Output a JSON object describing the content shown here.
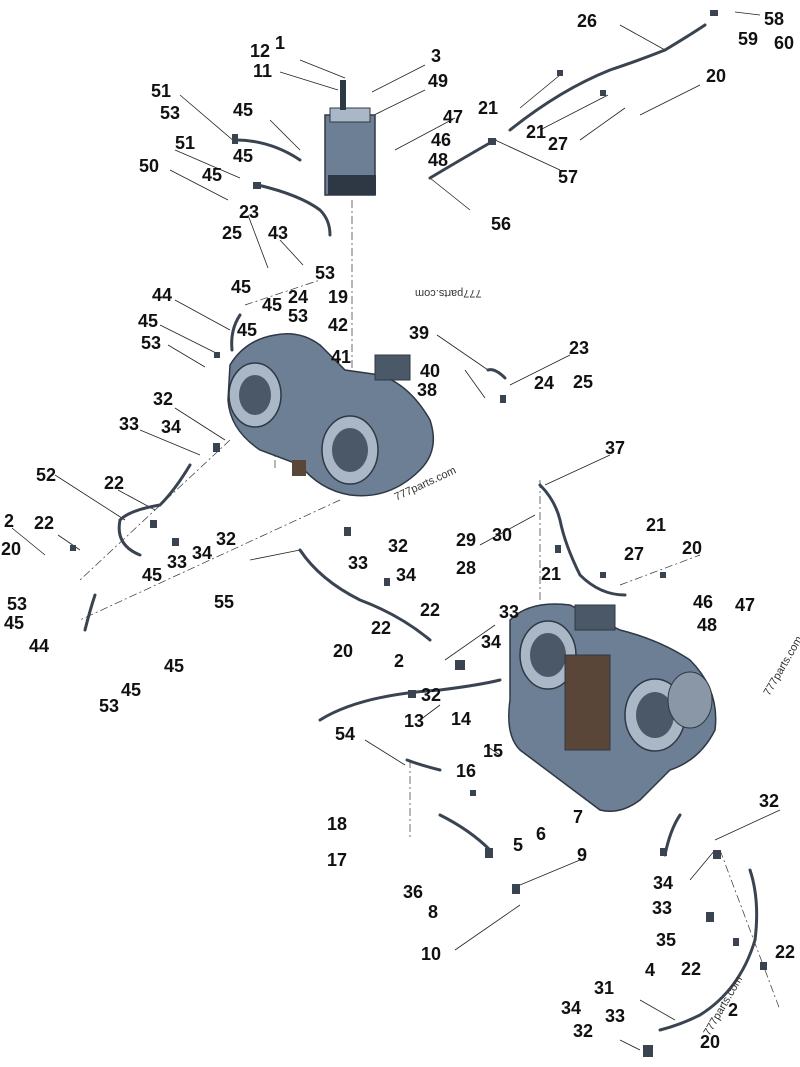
{
  "watermark": "777parts.com",
  "colors": {
    "part_body": "#6d7f94",
    "part_dark": "#2e3845",
    "part_light": "#a9b7c6",
    "brown": "#5a4638",
    "line": "#222222"
  },
  "callouts": [
    {
      "id": "c1",
      "text": "1"
    },
    {
      "id": "c12",
      "text": "12"
    },
    {
      "id": "c11",
      "text": "11"
    },
    {
      "id": "c3",
      "text": "3"
    },
    {
      "id": "c49",
      "text": "49"
    },
    {
      "id": "c26",
      "text": "26"
    },
    {
      "id": "c58",
      "text": "58"
    },
    {
      "id": "c59",
      "text": "59"
    },
    {
      "id": "c60",
      "text": "60"
    },
    {
      "id": "c20a",
      "text": "20"
    },
    {
      "id": "c21a",
      "text": "21"
    },
    {
      "id": "c21b",
      "text": "21"
    },
    {
      "id": "c27a",
      "text": "27"
    },
    {
      "id": "c57",
      "text": "57"
    },
    {
      "id": "c47a",
      "text": "47"
    },
    {
      "id": "c46a",
      "text": "46"
    },
    {
      "id": "c48a",
      "text": "48"
    },
    {
      "id": "c56",
      "text": "56"
    },
    {
      "id": "c51a",
      "text": "51"
    },
    {
      "id": "c53a",
      "text": "53"
    },
    {
      "id": "c45a",
      "text": "45"
    },
    {
      "id": "c51b",
      "text": "51"
    },
    {
      "id": "c45b",
      "text": "45"
    },
    {
      "id": "c50",
      "text": "50"
    },
    {
      "id": "c45c",
      "text": "45"
    },
    {
      "id": "c23a",
      "text": "23"
    },
    {
      "id": "c25a",
      "text": "25"
    },
    {
      "id": "c43",
      "text": "43"
    },
    {
      "id": "c53b",
      "text": "53"
    },
    {
      "id": "c45d",
      "text": "45"
    },
    {
      "id": "c24a",
      "text": "24"
    },
    {
      "id": "c19",
      "text": "19"
    },
    {
      "id": "c44a",
      "text": "44"
    },
    {
      "id": "c45e",
      "text": "45"
    },
    {
      "id": "c53c",
      "text": "53"
    },
    {
      "id": "c42",
      "text": "42"
    },
    {
      "id": "c45f",
      "text": "45"
    },
    {
      "id": "c45g",
      "text": "45"
    },
    {
      "id": "c53d",
      "text": "53"
    },
    {
      "id": "c41",
      "text": "41"
    },
    {
      "id": "c39",
      "text": "39"
    },
    {
      "id": "c23b",
      "text": "23"
    },
    {
      "id": "c40",
      "text": "40"
    },
    {
      "id": "c24b",
      "text": "24"
    },
    {
      "id": "c25b",
      "text": "25"
    },
    {
      "id": "c38",
      "text": "38"
    },
    {
      "id": "c32a",
      "text": "32"
    },
    {
      "id": "c33a",
      "text": "33"
    },
    {
      "id": "c34a",
      "text": "34"
    },
    {
      "id": "c52",
      "text": "52"
    },
    {
      "id": "c22a",
      "text": "22"
    },
    {
      "id": "c2a",
      "text": "2"
    },
    {
      "id": "c22b",
      "text": "22"
    },
    {
      "id": "c20b",
      "text": "20"
    },
    {
      "id": "c32b",
      "text": "32"
    },
    {
      "id": "c34b",
      "text": "34"
    },
    {
      "id": "c33b",
      "text": "33"
    },
    {
      "id": "c45h",
      "text": "45"
    },
    {
      "id": "c53e",
      "text": "53"
    },
    {
      "id": "c45i",
      "text": "45"
    },
    {
      "id": "c44b",
      "text": "44"
    },
    {
      "id": "c45j",
      "text": "45"
    },
    {
      "id": "c45k",
      "text": "45"
    },
    {
      "id": "c53f",
      "text": "53"
    },
    {
      "id": "c55",
      "text": "55"
    },
    {
      "id": "c33c",
      "text": "33"
    },
    {
      "id": "c32c",
      "text": "32"
    },
    {
      "id": "c34c",
      "text": "34"
    },
    {
      "id": "c22c",
      "text": "22"
    },
    {
      "id": "c22d",
      "text": "22"
    },
    {
      "id": "c20c",
      "text": "20"
    },
    {
      "id": "c2b",
      "text": "2"
    },
    {
      "id": "c37",
      "text": "37"
    },
    {
      "id": "c29",
      "text": "29"
    },
    {
      "id": "c30",
      "text": "30"
    },
    {
      "id": "c28",
      "text": "28"
    },
    {
      "id": "c21c",
      "text": "21"
    },
    {
      "id": "c27b",
      "text": "27"
    },
    {
      "id": "c20d",
      "text": "20"
    },
    {
      "id": "c21d",
      "text": "21"
    },
    {
      "id": "c46b",
      "text": "46"
    },
    {
      "id": "c47b",
      "text": "47"
    },
    {
      "id": "c48b",
      "text": "48"
    },
    {
      "id": "c33d",
      "text": "33"
    },
    {
      "id": "c34d",
      "text": "34"
    },
    {
      "id": "c32d",
      "text": "32"
    },
    {
      "id": "c13",
      "text": "13"
    },
    {
      "id": "c14",
      "text": "14"
    },
    {
      "id": "c54",
      "text": "54"
    },
    {
      "id": "c15",
      "text": "15"
    },
    {
      "id": "c16",
      "text": "16"
    },
    {
      "id": "c18",
      "text": "18"
    },
    {
      "id": "c17",
      "text": "17"
    },
    {
      "id": "c7",
      "text": "7"
    },
    {
      "id": "c6",
      "text": "6"
    },
    {
      "id": "c5",
      "text": "5"
    },
    {
      "id": "c9",
      "text": "9"
    },
    {
      "id": "c36",
      "text": "36"
    },
    {
      "id": "c8",
      "text": "8"
    },
    {
      "id": "c10",
      "text": "10"
    },
    {
      "id": "c32e",
      "text": "32"
    },
    {
      "id": "c34e",
      "text": "34"
    },
    {
      "id": "c33e",
      "text": "33"
    },
    {
      "id": "c35",
      "text": "35"
    },
    {
      "id": "c4",
      "text": "4"
    },
    {
      "id": "c22e",
      "text": "22"
    },
    {
      "id": "c22f",
      "text": "22"
    },
    {
      "id": "c31",
      "text": "31"
    },
    {
      "id": "c2c",
      "text": "2"
    },
    {
      "id": "c34f",
      "text": "34"
    },
    {
      "id": "c33f",
      "text": "33"
    },
    {
      "id": "c20e",
      "text": "20"
    },
    {
      "id": "c32f",
      "text": "32"
    }
  ]
}
